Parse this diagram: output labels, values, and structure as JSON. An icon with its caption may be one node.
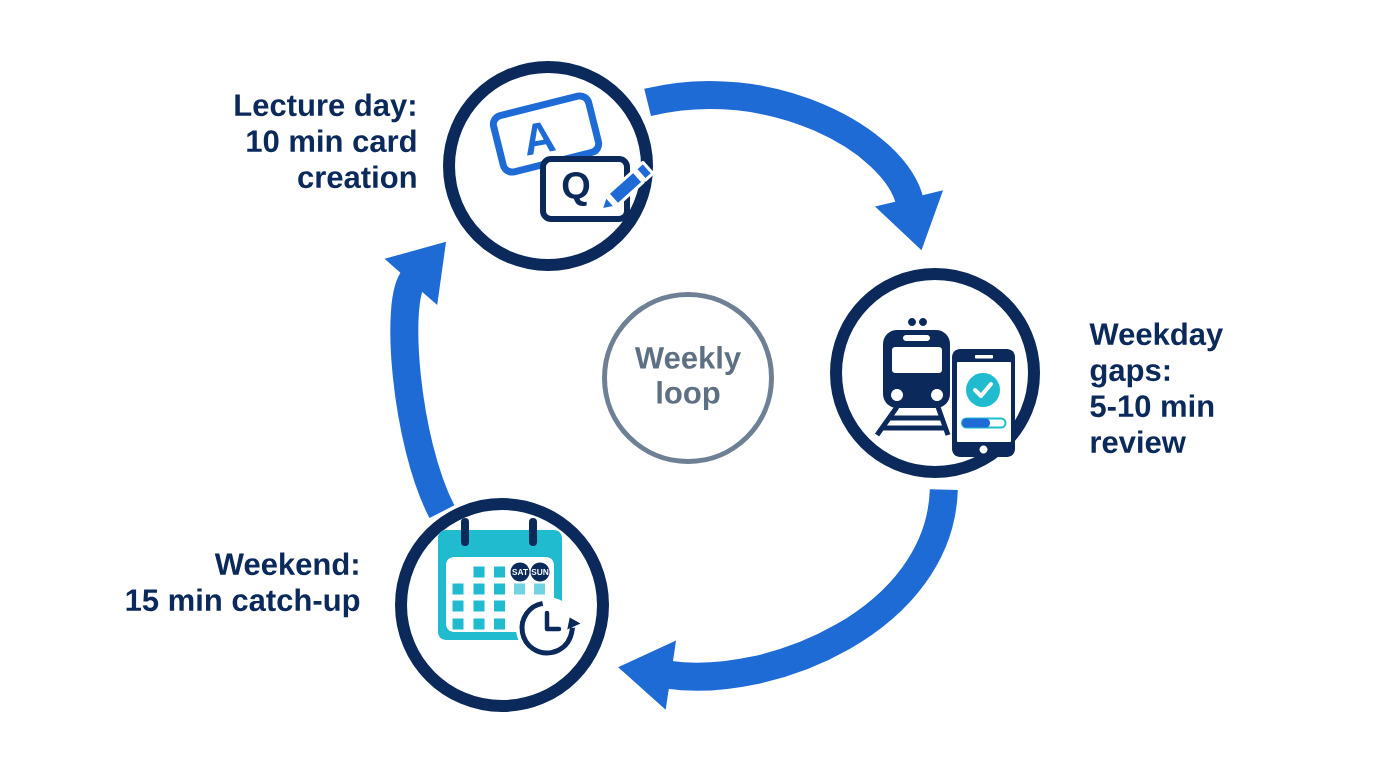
{
  "diagram": {
    "nodes": [
      {
        "text": [],
        "shape": "circle",
        "beside": [
          "Lecture day: 10 min card creation"
        ]
      },
      {
        "text": [],
        "shape": "circle",
        "beside": [
          "Weekday gaps: 5-10 min review"
        ]
      },
      {
        "text": [],
        "shape": "circle",
        "beside": [
          "Weekend: 15 min catch-up"
        ]
      },
      {
        "text": [
          "Weekly loop"
        ]
      }
    ],
    "edges": [
      {
        "from": 0,
        "to": 1,
        "arrow": "to"
      },
      {
        "from": 1,
        "to": 2,
        "arrow": "to"
      },
      {
        "from": 2,
        "to": 0,
        "arrow": "to"
      }
    ],
    "labels": [
      "A",
      "Q",
      "SAT",
      "SUN"
    ]
  }
}
